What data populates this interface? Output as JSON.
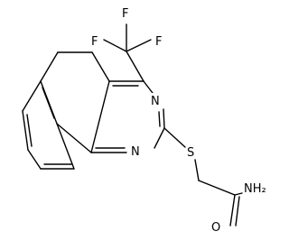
{
  "molecule": {
    "atoms": {
      "f_top": "F",
      "f_left": "F",
      "f_right": "F",
      "n_ring_upper": "N",
      "n_ring_lower": "N",
      "s_thioether": "S",
      "nh2_amide": "NH₂",
      "o_carbonyl": "O"
    }
  }
}
